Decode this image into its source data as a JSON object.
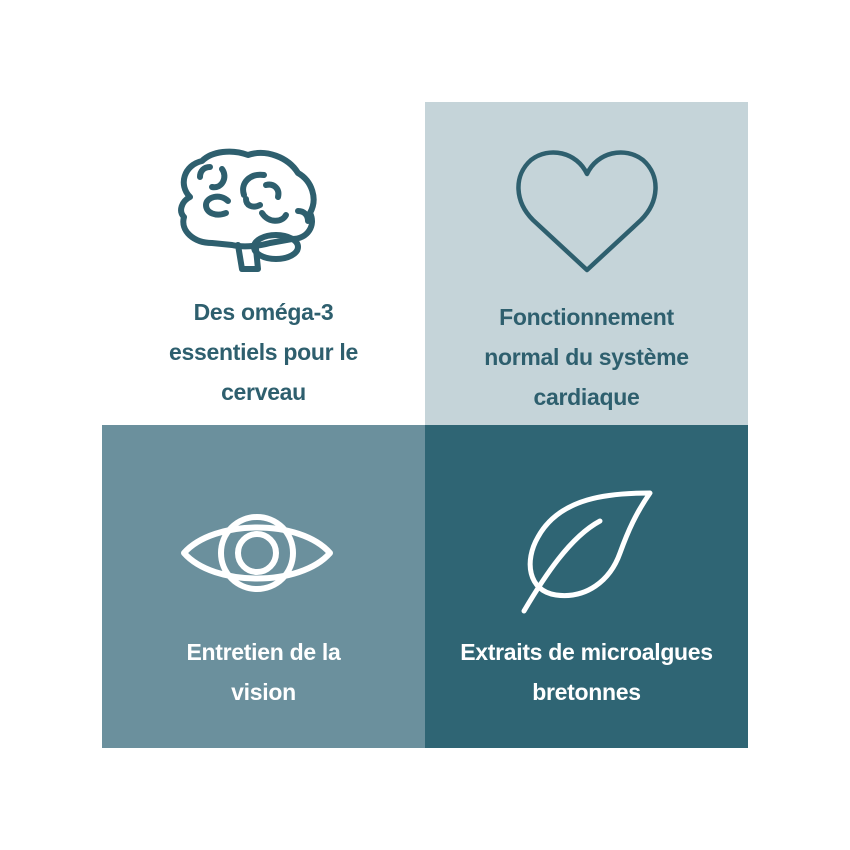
{
  "colors": {
    "text_dark": "#2e5f6e",
    "panel_white": "#ffffff",
    "panel_light": "#c5d4d9",
    "panel_mid": "#6b909d",
    "panel_dark": "#2f6574"
  },
  "tiles": [
    {
      "icon": "brain-icon",
      "lines": [
        "Des oméga-3",
        "essentiels pour le",
        "cerveau"
      ]
    },
    {
      "icon": "heart-icon",
      "lines": [
        "Fonctionnement",
        "normal du système",
        "cardiaque"
      ]
    },
    {
      "icon": "eye-icon",
      "lines": [
        "Entretien de la",
        "vision"
      ]
    },
    {
      "icon": "leaf-icon",
      "lines": [
        "Extraits de microalgues",
        "bretonnes"
      ]
    }
  ]
}
